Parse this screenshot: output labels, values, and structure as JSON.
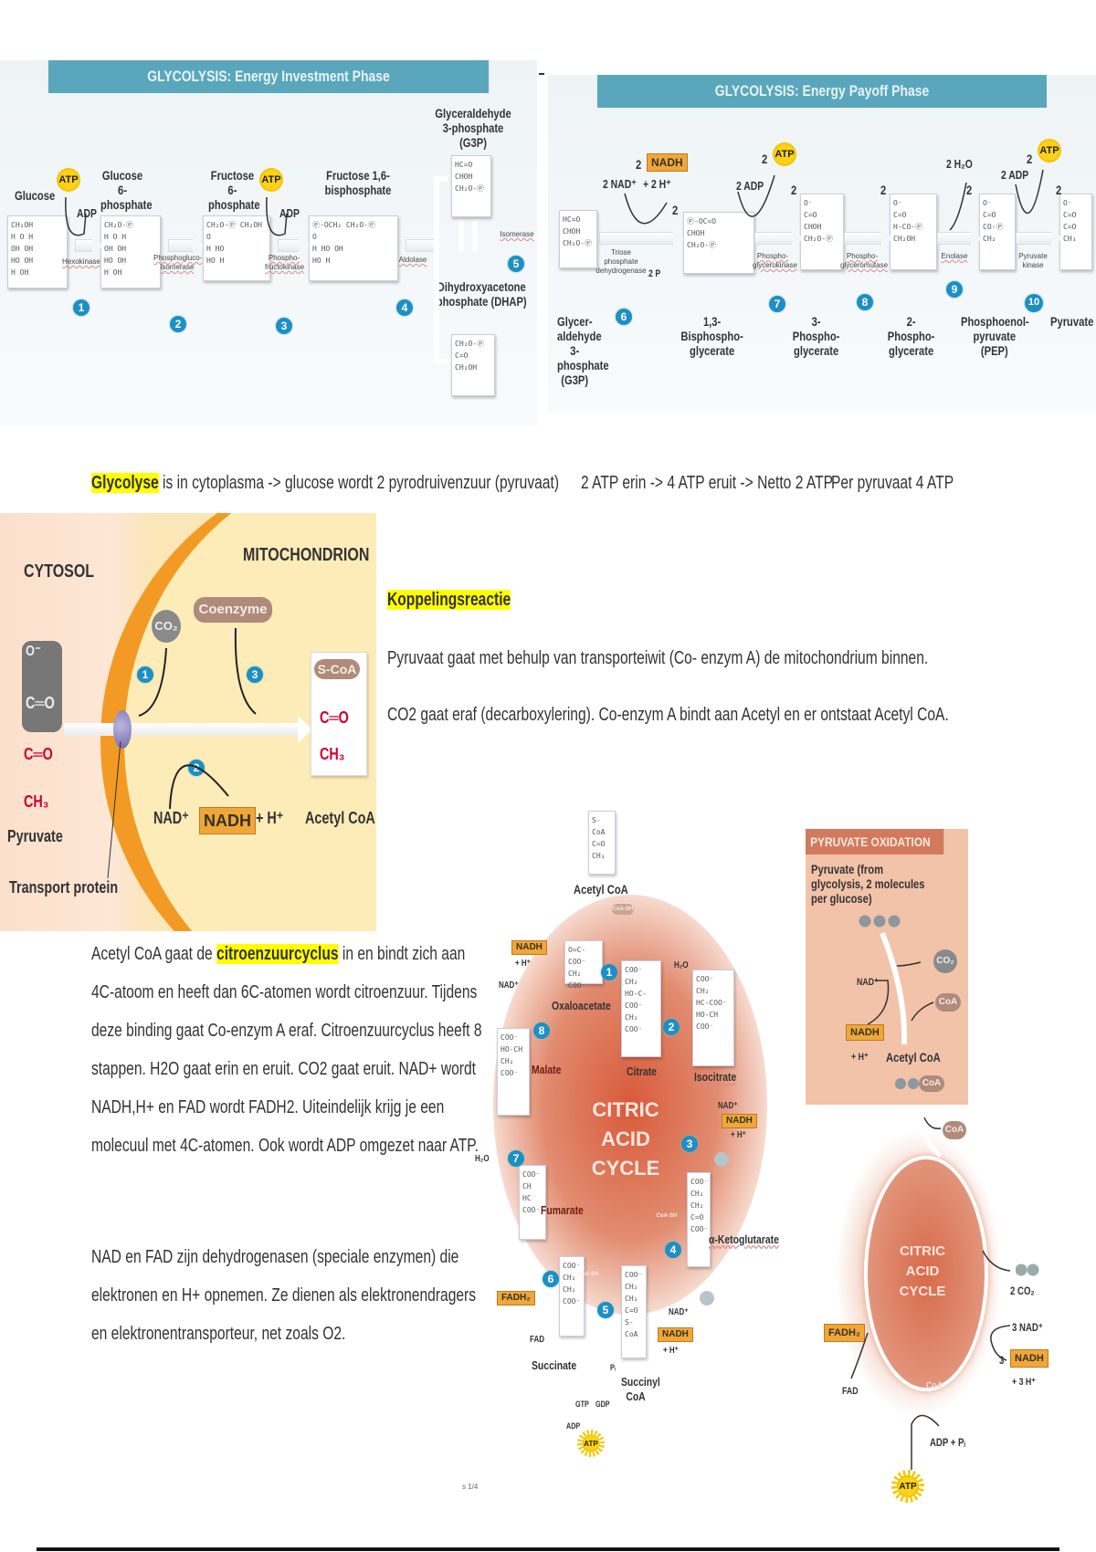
{
  "glycolysis_investment": {
    "title": "GLYCOLYSIS: Energy Investment Phase",
    "molecules": [
      "Glucose",
      "Glucose 6-phosphate",
      "Fructose 6-phosphate",
      "Fructose 1,6-bisphosphate",
      "Glyceraldehyde 3-phosphate (G3P)",
      "Dihydroxyacetone phosphate (DHAP)"
    ],
    "enzymes": [
      "Hexokinase",
      "Phosphogluco-isomerase",
      "Phospho-fructokinase",
      "Aldolase",
      "Isomerase"
    ],
    "steps": [
      "1",
      "2",
      "3",
      "4",
      "5"
    ],
    "atp": "ATP",
    "adp": "ADP"
  },
  "glycolysis_payoff": {
    "title": "GLYCOLYSIS: Energy Payoff Phase",
    "molecules": [
      "Glycer-aldehyde 3-phosphate (G3P)",
      "1,3-Bisphospho-glycerate",
      "3-Phospho-glycerate",
      "2-Phospho-glycerate",
      "Phosphoenol-pyruvate (PEP)",
      "Pyruvate"
    ],
    "enzymes": [
      "Triose phosphate dehydrogenase",
      "Phospho-glycerokinase",
      "Phospho-glyceromutase",
      "Enolase",
      "Pyruvate kinase"
    ],
    "steps": [
      "6",
      "7",
      "8",
      "9",
      "10"
    ],
    "nadh_count": "2",
    "nadh": "NADH",
    "nad_in": "2 NAD⁺",
    "h_out": "+ 2 H⁺",
    "pi": "2 P",
    "adp": "2 ADP",
    "atp_count": "2",
    "atp": "ATP",
    "h2o": "2 H₂O",
    "two": "2"
  },
  "notes": {
    "glycolyse_keyword": "Glycolyse",
    "glycolyse_text": " is in cytoplasma -> glucose wordt 2 pyrodruivenzuur (pyruvaat)",
    "atp_balance": "2 ATP erin -> 4 ATP eruit -> Netto 2 ATP",
    "per_pyruvate": "Per pyruvaat 4 ATP"
  },
  "link_reaction_figure": {
    "cytosol": "CYTOSOL",
    "mitochondrion": "MITOCHONDRION",
    "co2": "CO₂",
    "coenzyme_a": "Coenzyme A",
    "s_coa": "S-CoA",
    "c_o": "C═O",
    "ch3": "CH₃",
    "o_minus": "O⁻",
    "nad": "NAD⁺",
    "nadh": "NADH",
    "h_plus": "+ H⁺",
    "acetyl_coa": "Acetyl CoA",
    "pyruvate": "Pyruvate",
    "transport_protein": "Transport protein",
    "steps": [
      "1",
      "2",
      "3"
    ]
  },
  "koppeling": {
    "heading": "Koppelingsreactie",
    "line1": "Pyruvaat gaat met behulp van transporteiwit (Co- enzym A) de mitochondrium binnen.",
    "line2": "CO2 gaat eraf (decarboxylering).  Co-enzym A bindt aan Acetyl en er ontstaat Acetyl CoA."
  },
  "citric_text": {
    "prefix": " Acetyl CoA gaat de ",
    "keyword": "citroenzuurcyclus",
    "rest": " in en bindt zich aan 4C-atoom en heeft dan 6C-atomen wordt citroenzuur. Tijdens deze binding gaat Co-enzym A eraf.   Citroenzuurcyclus heeft 8 stappen. H2O gaat erin en eruit. CO2 gaat eruit. NAD+ wordt NADH,H+ en FAD wordt FADH2. Uiteindelijk krijg je een molecuul met 4C-atomen. Ook wordt ADP omgezet naar ATP."
  },
  "nad_fad_text": "NAD en FAD zijn dehydrogenasen (speciale enzymen) die elektronen en H+ opnemen. Ze dienen als elektronendragers en elektronentransporteur, net zoals O2.",
  "citric_cycle_detail": {
    "center": [
      "CITRIC",
      "ACID",
      "CYCLE"
    ],
    "acetyl_coa": "Acetyl CoA",
    "molecules": [
      "Oxaloacetate",
      "Citrate",
      "Isocitrate",
      "α-Ketoglutarate",
      "Succinyl CoA",
      "Succinate",
      "Fumarate",
      "Malate"
    ],
    "steps": [
      "1",
      "2",
      "3",
      "4",
      "5",
      "6",
      "7",
      "8"
    ],
    "nadh": "NADH",
    "nad": "NAD⁺",
    "h_plus": "+ H⁺",
    "h2o": "H₂O",
    "fadh2": "FADH₂",
    "fad": "FAD",
    "gtp": "GTP",
    "gdp": "GDP",
    "adp": "ADP",
    "pi": "Pᵢ",
    "atp": "ATP",
    "coa_sh": "CoA-SH"
  },
  "pyruvate_oxidation": {
    "title": "PYRUVATE OXIDATION",
    "subtitle": "Pyruvate (from glycolysis, 2 molecules per glucose)",
    "nad": "NAD⁺",
    "nadh": "NADH",
    "h_plus": "+ H⁺",
    "co2": "CO₂",
    "coa": "CoA",
    "acetyl_coa": "Acetyl CoA"
  },
  "citric_cycle_summary": {
    "center": [
      "CITRIC",
      "ACID",
      "CYCLE"
    ],
    "coa": "CoA",
    "co2": "2 CO₂",
    "nad": "3 NAD⁺",
    "nadh_count": "3",
    "nadh": "NADH",
    "h_plus": "+ 3 H⁺",
    "fadh2": "FADH₂",
    "fad": "FAD",
    "adp_pi": "ADP + Pᵢ",
    "atp": "ATP"
  },
  "page_marker": "s 1/4"
}
